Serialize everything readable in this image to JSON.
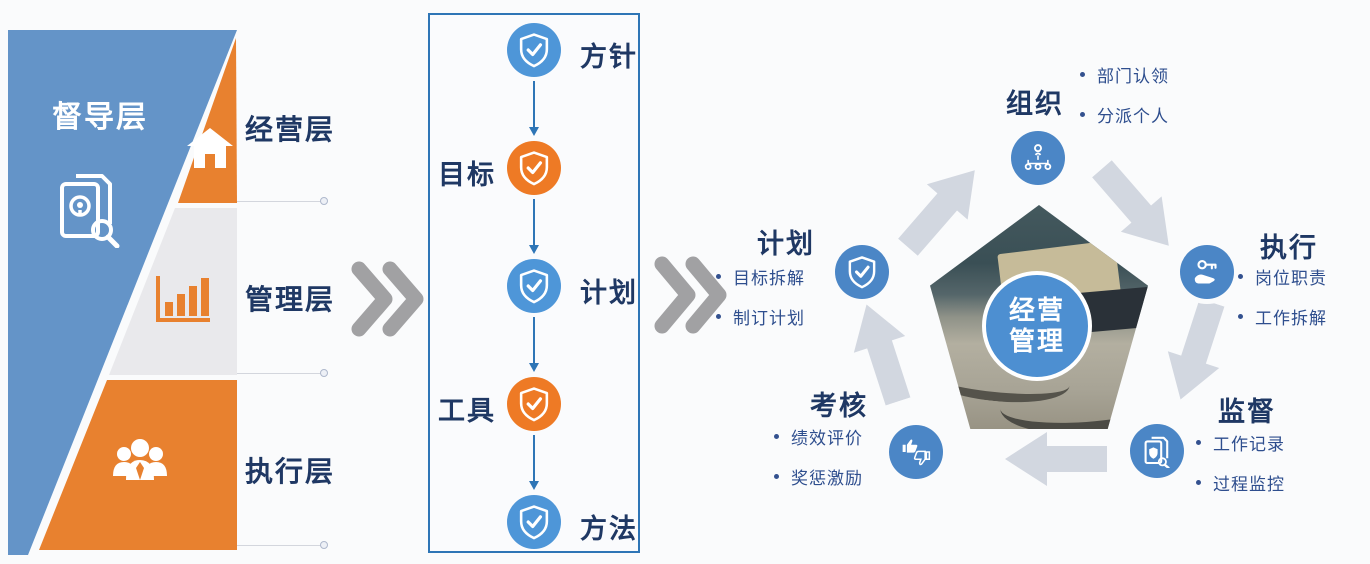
{
  "palette": {
    "pyramid_blue": "#6494C8",
    "accent_orange": "#E8812F",
    "band_gray": "#E9E9EC",
    "navy_text": "#1F3864",
    "flow_border_blue": "#2E75B6",
    "flow_circle_blue": "#4E96D8",
    "flow_circle_orange": "#EE7A25",
    "node_circle_blue": "#4B86C6",
    "cycle_arrow_gray": "#D2D7E0",
    "chevron_gray": "#A1A1A3"
  },
  "pyramid": {
    "supervisor_label": "督导层",
    "supervisor_icon": "document-search-icon",
    "sections": [
      {
        "label": "经营层",
        "icon": "home-icon"
      },
      {
        "label": "管理层",
        "icon": "bar-chart-icon"
      },
      {
        "label": "执行层",
        "icon": "team-icon"
      }
    ]
  },
  "flow": {
    "items": [
      {
        "label": "方针",
        "color": "blue",
        "icon": "shield-check-icon"
      },
      {
        "label": "目标",
        "color": "orange",
        "icon": "shield-check-icon"
      },
      {
        "label": "计划",
        "color": "blue",
        "icon": "shield-check-icon"
      },
      {
        "label": "工具",
        "color": "orange",
        "icon": "shield-check-icon"
      },
      {
        "label": "方法",
        "color": "blue",
        "icon": "shield-check-icon"
      }
    ]
  },
  "cycle": {
    "center": {
      "line1": "经营",
      "line2": "管理"
    },
    "nodes": [
      {
        "title": "计划",
        "icon": "shield-check-icon",
        "bullets": [
          "目标拆解",
          "制订计划"
        ]
      },
      {
        "title": "组织",
        "icon": "org-chart-icon",
        "bullets": [
          "部门认领",
          "分派个人"
        ]
      },
      {
        "title": "执行",
        "icon": "hand-key-icon",
        "bullets": [
          "岗位职责",
          "工作拆解"
        ]
      },
      {
        "title": "监督",
        "icon": "document-search-icon",
        "bullets": [
          "工作记录",
          "过程监控"
        ]
      },
      {
        "title": "考核",
        "icon": "thumbs-icon",
        "bullets": [
          "绩效评价",
          "奖惩激励"
        ]
      }
    ]
  }
}
